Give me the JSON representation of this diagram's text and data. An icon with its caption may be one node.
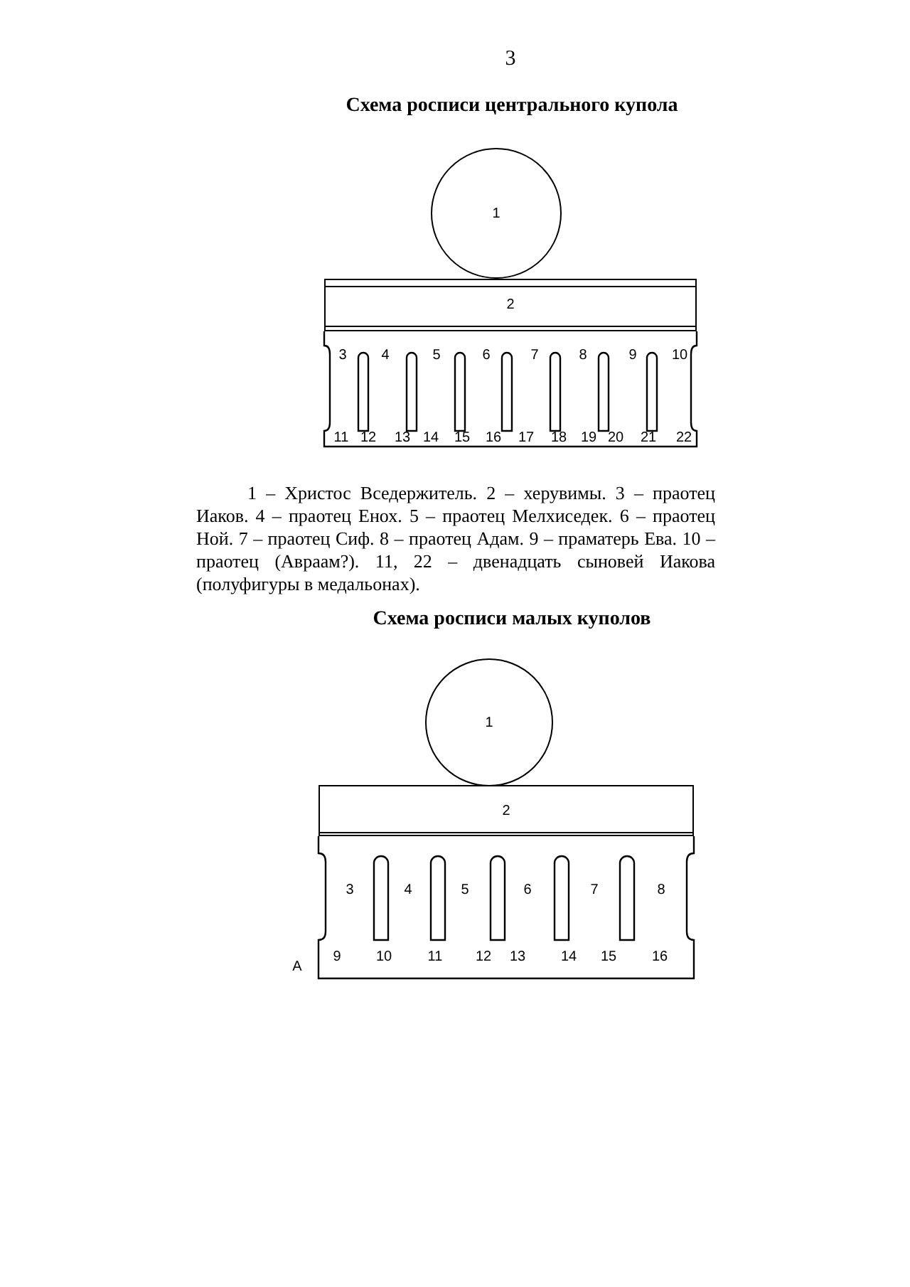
{
  "diagram": {
    "nodes": [
      {
        "text": [
          "1"
        ]
      },
      {
        "text": [
          "2"
        ]
      },
      {
        "text": [
          "1"
        ]
      },
      {
        "text": [
          "2"
        ]
      }
    ],
    "labels": [
      "3",
      "Схема росписи центрального купола",
      "3",
      "4",
      "5",
      "6",
      "7",
      "8",
      "9",
      "10",
      "11",
      "12",
      "13",
      "14",
      "15",
      "16",
      "17",
      "18",
      "19",
      "20",
      "21",
      "22",
      "1 – Христос Вседержитель. 2 – херувимы. 3 – праотец Иаков. 4 – праотец Енох. 5 – праотец Мелхиседек. 6 – праотец Ной. 7 – праотец Сиф. 8 – праотец Адам. 9 – праматерь Ева. 10 – праотец (Авраам?). 11, 22 – двенадцать сыновей Иакова (полуфигуры в медальонах).",
      "Схема росписи малых куполов",
      "3",
      "4",
      "5",
      "6",
      "7",
      "8",
      "А",
      "9",
      "10",
      "11",
      "12",
      "13",
      "14",
      "15",
      "16"
    ]
  }
}
